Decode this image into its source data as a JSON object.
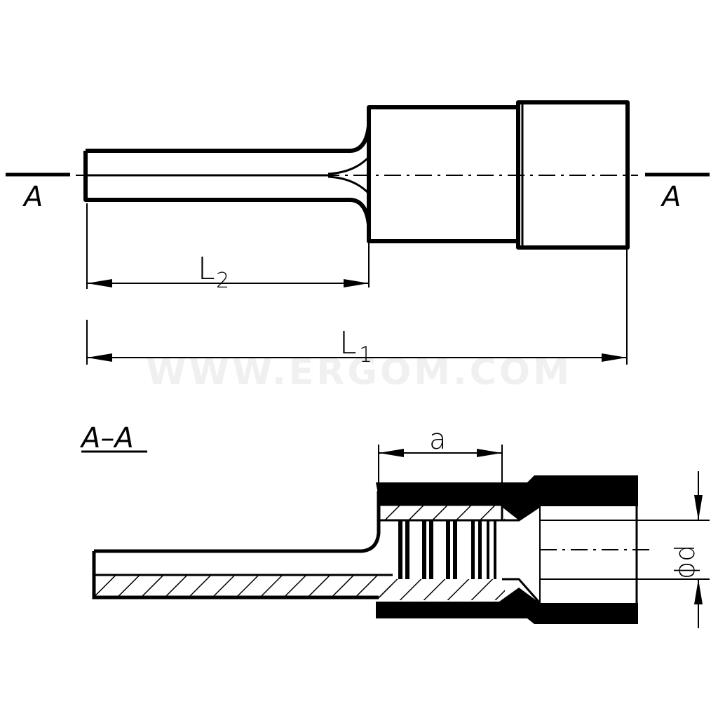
{
  "labels": {
    "section_left": "A",
    "section_right": "A",
    "dim_l2_main": "L",
    "dim_l2_sub": "2",
    "dim_l1_main": "L",
    "dim_l1_sub": "1",
    "section_title": "A–A",
    "dim_a": "a",
    "dim_phi_d": "ϕd"
  },
  "watermark": "WWW.ERGOM.COM",
  "colors": {
    "line": "#000000",
    "background": "#ffffff",
    "watermark": "#f0f0f0"
  }
}
